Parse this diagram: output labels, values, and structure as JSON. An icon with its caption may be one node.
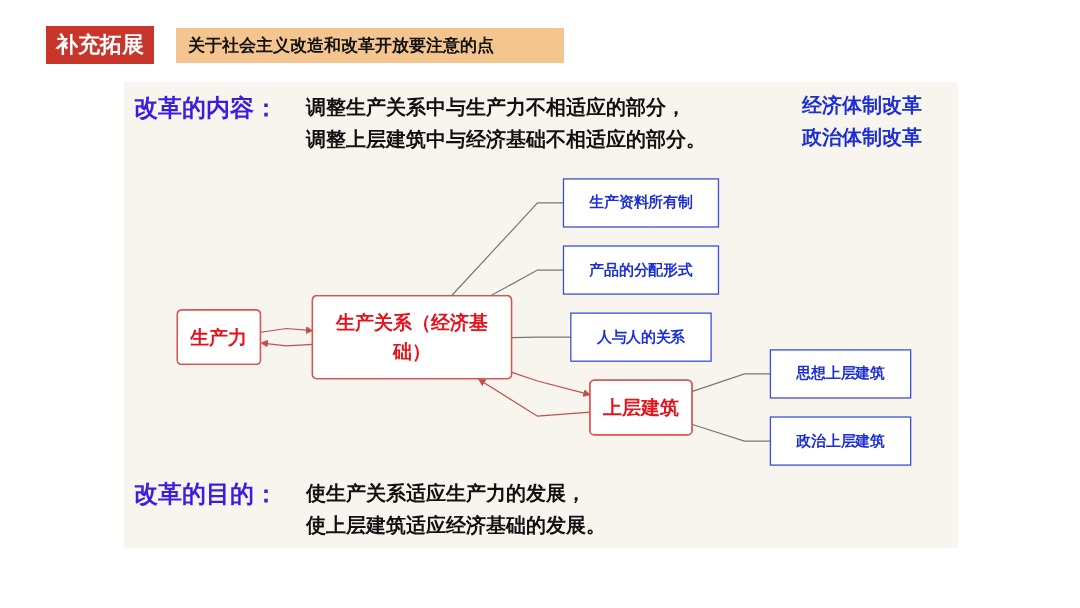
{
  "diagram": {
    "title": "关于社会主义改造和改革开放要注意的点",
    "nodes": [
      {
        "text": [
          "生产力"
        ]
      },
      {
        "text": [
          "生产关系（经济基础）"
        ]
      },
      {
        "text": [
          "生产资料所有制"
        ]
      },
      {
        "text": [
          "产品的分配形式"
        ]
      },
      {
        "text": [
          "人与人的关系"
        ]
      },
      {
        "text": [
          "上层建筑"
        ]
      },
      {
        "text": [
          "思想上层建筑"
        ]
      },
      {
        "text": [
          "政治上层建筑"
        ]
      }
    ],
    "edges": [
      {
        "from": 0,
        "to": 1,
        "arrow": "to",
        "color": "#c0504d"
      },
      {
        "from": 1,
        "to": 0,
        "arrow": "to",
        "color": "#c0504d"
      },
      {
        "from": 1,
        "to": 2,
        "arrow": "none"
      },
      {
        "from": 1,
        "to": 3,
        "arrow": "none"
      },
      {
        "from": 1,
        "to": 4,
        "arrow": "none"
      },
      {
        "from": 1,
        "to": 5,
        "arrow": "to",
        "color": "#c0504d"
      },
      {
        "from": 5,
        "to": 1,
        "arrow": "to",
        "color": "#c0504d"
      },
      {
        "from": 5,
        "to": 6,
        "arrow": "none"
      },
      {
        "from": 5,
        "to": 7,
        "arrow": "none"
      }
    ],
    "labels": [
      "补充拓展",
      "改革的内容：",
      "调整生产关系中与生产力不相适应的部分，",
      "经济体制改革",
      "调整上层建筑中与经济基础不相适应的部分。",
      "政治体制改革",
      "改革的目的：",
      "使生产关系适应生产力的发展，",
      "使上层建筑适应经济基础的发展。"
    ]
  }
}
